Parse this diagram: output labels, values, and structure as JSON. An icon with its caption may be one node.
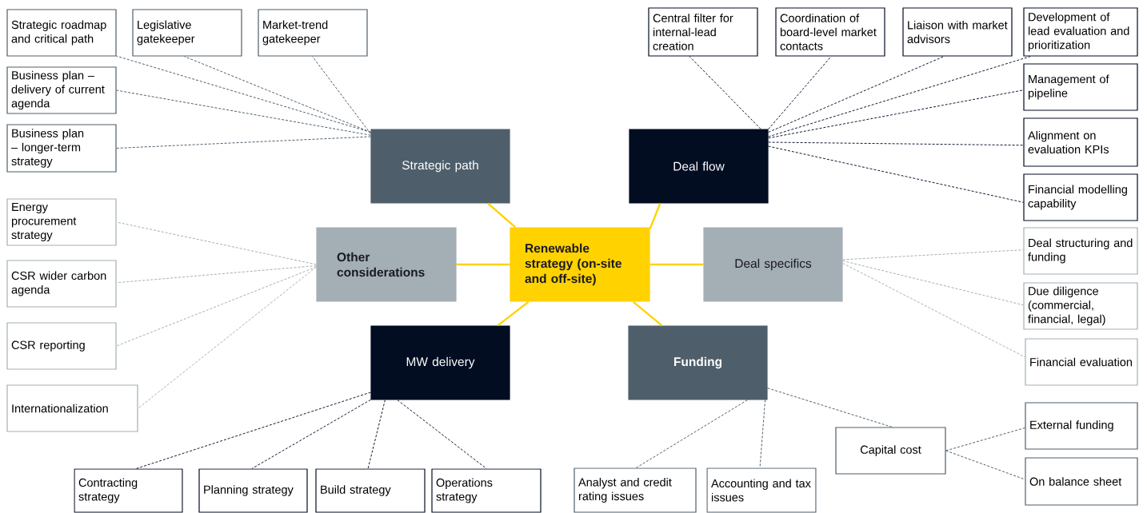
{
  "diagram": {
    "nodes": [
      {
        "text": [
          "Renewable strategy (on-site and off-site)"
        ]
      },
      {
        "text": [
          "Strategic path"
        ]
      },
      {
        "text": [
          "Deal flow"
        ]
      },
      {
        "text": [
          "Other considerations"
        ]
      },
      {
        "text": [
          "Deal specifics"
        ]
      },
      {
        "text": [
          "MW delivery"
        ]
      },
      {
        "text": [
          "Funding"
        ]
      },
      {
        "text": [
          "Strategic roadmap and critical path"
        ]
      },
      {
        "text": [
          "Legislative gatekeeper"
        ]
      },
      {
        "text": [
          "Market-trend gatekeeper"
        ]
      },
      {
        "text": [
          "Business plan – delivery of current agenda"
        ]
      },
      {
        "text": [
          "Business plan – longer-term strategy"
        ]
      },
      {
        "text": [
          "Central filter for internal-lead creation"
        ]
      },
      {
        "text": [
          "Coordination of board-level market contacts"
        ]
      },
      {
        "text": [
          "Liaison with market advisors"
        ]
      },
      {
        "text": [
          "Development of lead evaluation and prioritization"
        ]
      },
      {
        "text": [
          "Management of pipeline"
        ]
      },
      {
        "text": [
          "Alignment on evaluation KPIs"
        ]
      },
      {
        "text": [
          "Financial modelling capability"
        ]
      },
      {
        "text": [
          "Energy procurement strategy"
        ]
      },
      {
        "text": [
          "CSR wider carbon agenda"
        ]
      },
      {
        "text": [
          "CSR reporting"
        ]
      },
      {
        "text": [
          "Internationalization"
        ]
      },
      {
        "text": [
          "Deal structuring and funding"
        ]
      },
      {
        "text": [
          "Due diligence (commercial, financial, legal)"
        ]
      },
      {
        "text": [
          "Financial evaluation"
        ]
      },
      {
        "text": [
          "Contracting strategy"
        ]
      },
      {
        "text": [
          "Planning strategy"
        ]
      },
      {
        "text": [
          "Build strategy"
        ]
      },
      {
        "text": [
          "Operations strategy"
        ]
      },
      {
        "text": [
          "Analyst and credit rating issues"
        ]
      },
      {
        "text": [
          "Accounting and tax issues"
        ]
      },
      {
        "text": [
          "Capital cost"
        ]
      },
      {
        "text": [
          "External funding"
        ]
      },
      {
        "text": [
          "On balance sheet"
        ]
      }
    ],
    "edges": [
      {
        "from": 0,
        "to": 1,
        "arrow": "none",
        "color": "#ffd200"
      },
      {
        "from": 0,
        "to": 2,
        "arrow": "none",
        "color": "#ffd200"
      },
      {
        "from": 0,
        "to": 3,
        "arrow": "none",
        "color": "#ffd200"
      },
      {
        "from": 0,
        "to": 4,
        "arrow": "none",
        "color": "#ffd200"
      },
      {
        "from": 0,
        "to": 5,
        "arrow": "none",
        "color": "#ffd200"
      },
      {
        "from": 0,
        "to": 6,
        "arrow": "none",
        "color": "#ffd200"
      },
      {
        "from": 1,
        "to": 7,
        "arrow": "none",
        "style": "dashed",
        "color": "#4e5f6b"
      },
      {
        "from": 1,
        "to": 8,
        "arrow": "none",
        "style": "dashed",
        "color": "#4e5f6b"
      },
      {
        "from": 1,
        "to": 9,
        "arrow": "none",
        "style": "dashed",
        "color": "#4e5f6b"
      },
      {
        "from": 1,
        "to": 10,
        "arrow": "none",
        "style": "dashed",
        "color": "#4e5f6b"
      },
      {
        "from": 1,
        "to": 11,
        "arrow": "none",
        "style": "dashed",
        "color": "#4e5f6b"
      },
      {
        "from": 2,
        "to": 12,
        "arrow": "none",
        "style": "dashed",
        "color": "#0f1a33"
      },
      {
        "from": 2,
        "to": 13,
        "arrow": "none",
        "style": "dashed",
        "color": "#0f1a33"
      },
      {
        "from": 2,
        "to": 14,
        "arrow": "none",
        "style": "dashed",
        "color": "#0f1a33"
      },
      {
        "from": 2,
        "to": 15,
        "arrow": "none",
        "style": "dashed",
        "color": "#0f1a33"
      },
      {
        "from": 2,
        "to": 16,
        "arrow": "none",
        "style": "dashed",
        "color": "#0f1a33"
      },
      {
        "from": 2,
        "to": 17,
        "arrow": "none",
        "style": "dashed",
        "color": "#0f1a33"
      },
      {
        "from": 2,
        "to": 18,
        "arrow": "none",
        "style": "dashed",
        "color": "#0f1a33"
      },
      {
        "from": 3,
        "to": 19,
        "arrow": "none",
        "style": "dashed",
        "color": "#a3afb5"
      },
      {
        "from": 3,
        "to": 20,
        "arrow": "none",
        "style": "dashed",
        "color": "#a3afb5"
      },
      {
        "from": 3,
        "to": 21,
        "arrow": "none",
        "style": "dashed",
        "color": "#a3afb5"
      },
      {
        "from": 3,
        "to": 22,
        "arrow": "none",
        "style": "dashed",
        "color": "#a3afb5"
      },
      {
        "from": 4,
        "to": 23,
        "arrow": "none",
        "style": "dashed",
        "color": "#a3afb5"
      },
      {
        "from": 4,
        "to": 24,
        "arrow": "none",
        "style": "dashed",
        "color": "#a3afb5"
      },
      {
        "from": 4,
        "to": 25,
        "arrow": "none",
        "style": "dashed",
        "color": "#a3afb5"
      },
      {
        "from": 5,
        "to": 26,
        "arrow": "none",
        "style": "dashed",
        "color": "#0f1a33"
      },
      {
        "from": 5,
        "to": 27,
        "arrow": "none",
        "style": "dashed",
        "color": "#0f1a33"
      },
      {
        "from": 5,
        "to": 28,
        "arrow": "none",
        "style": "dashed",
        "color": "#0f1a33"
      },
      {
        "from": 5,
        "to": 29,
        "arrow": "none",
        "style": "dashed",
        "color": "#0f1a33"
      },
      {
        "from": 6,
        "to": 30,
        "arrow": "none",
        "style": "dashed",
        "color": "#4e5f6b"
      },
      {
        "from": 6,
        "to": 31,
        "arrow": "none",
        "style": "dashed",
        "color": "#4e5f6b"
      },
      {
        "from": 6,
        "to": 32,
        "arrow": "none",
        "style": "dashed",
        "color": "#4e5f6b"
      },
      {
        "from": 32,
        "to": 33,
        "arrow": "none",
        "style": "dashed",
        "color": "#4e5f6b"
      },
      {
        "from": 32,
        "to": 34,
        "arrow": "none",
        "style": "dashed",
        "color": "#4e5f6b"
      }
    ]
  }
}
